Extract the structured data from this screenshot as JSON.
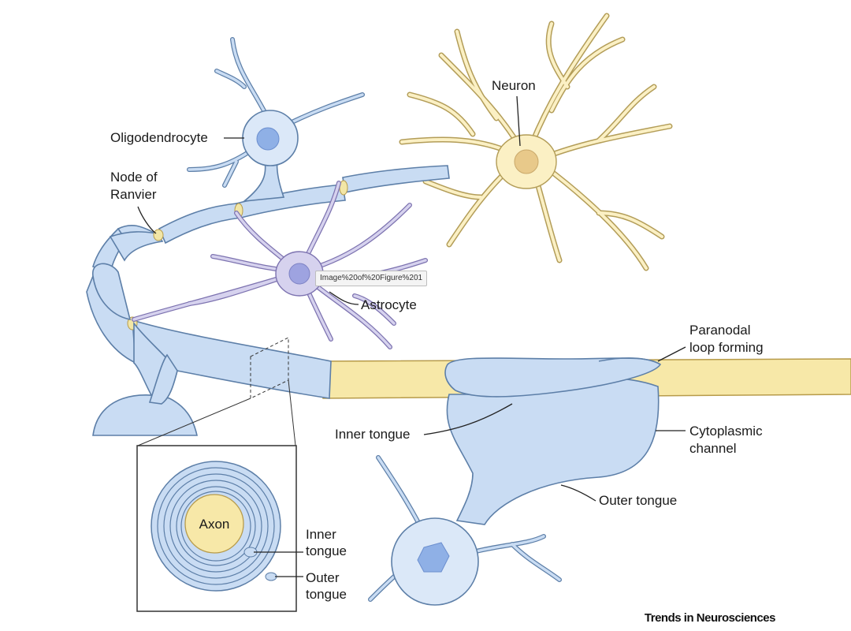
{
  "labels": {
    "neuron": "Neuron",
    "oligodendrocyte": "Oligodendrocyte",
    "node_line1": "Node of",
    "node_line2": "Ranvier",
    "astrocyte": "Astrocyte",
    "paranodal_line1": "Paranodal",
    "paranodal_line2": "loop forming",
    "inner_tongue": "Inner tongue",
    "cyto_line1": "Cytoplasmic",
    "cyto_line2": "channel",
    "outer_tongue": "Outer tongue",
    "axon": "Axon",
    "inset_inner_line1": "Inner",
    "inset_inner_line2": "tongue",
    "inset_outer_line1": "Outer",
    "inset_outer_line2": "tongue"
  },
  "tooltip": "Image%20of%20Figure%201",
  "credit": "Trends in Neurosciences",
  "colors": {
    "glial_fill": "#c9dcf3",
    "glial_stroke": "#5d7fa8",
    "axon_yellow": "#f7e8a8",
    "neuron_yellow": "#fbf0c4",
    "astrocyte_purple": "#d6d2ee"
  }
}
